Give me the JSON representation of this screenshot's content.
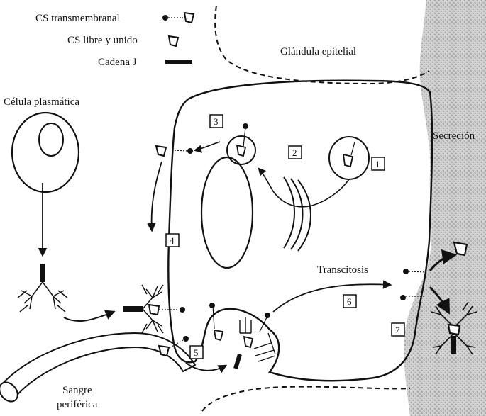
{
  "legend": {
    "transmembrane_sc": "CS transmembranal",
    "free_bound_sc": "CS libre y unido",
    "j_chain": "Cadena J"
  },
  "labels": {
    "epithelial_gland": "Glándula epitelial",
    "plasma_cell": "Célula plasmática",
    "secretion": "Secreción",
    "transcytosis": "Transcitosis",
    "peripheral_blood_1": "Sangre",
    "peripheral_blood_2": "periférica"
  },
  "steps": [
    "1",
    "2",
    "3",
    "4",
    "5",
    "6",
    "7"
  ],
  "colors": {
    "ink": "#111111",
    "secretion_area": "#bdbdbd"
  }
}
